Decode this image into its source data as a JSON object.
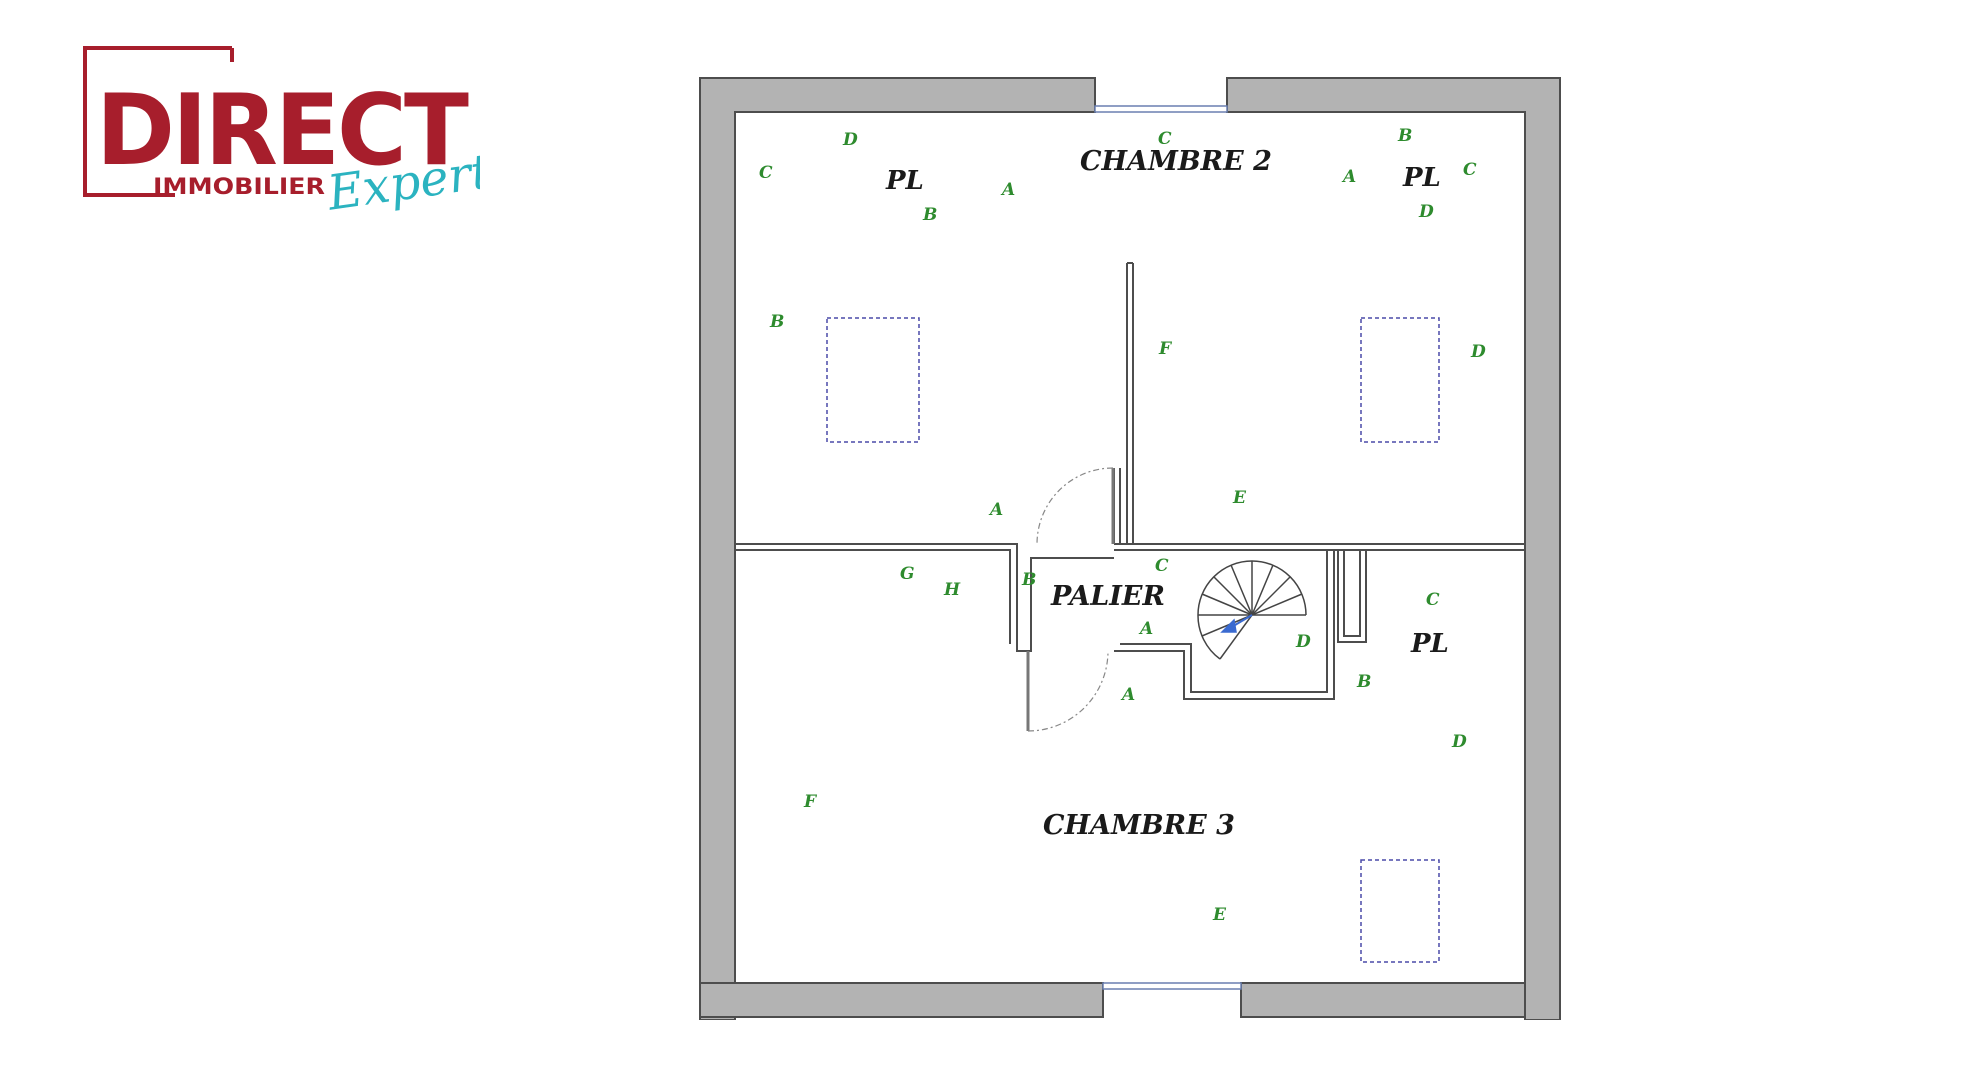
{
  "logo": {
    "main": "DIRECT",
    "sub": "IMMOBILIER",
    "script": "Expert",
    "colors": {
      "red": "#a71e2c",
      "teal": "#2bb3c0"
    }
  },
  "plan": {
    "rooms": {
      "chambre2": "CHAMBRE 2",
      "chambre3": "CHAMBRE 3",
      "palier": "PALIER",
      "pl_top_left": "PL",
      "pl_top_right": "PL",
      "pl_right": "PL"
    },
    "letters": {
      "l01": "D",
      "l02": "C",
      "l03": "C",
      "l04": "B",
      "l05": "C",
      "l06": "A",
      "l07": "A",
      "l08": "B",
      "l09": "D",
      "l10": "B",
      "l11": "F",
      "l12": "D",
      "l13": "A",
      "l14": "E",
      "l15": "G",
      "l16": "H",
      "l17": "B",
      "l18": "C",
      "l19": "A",
      "l20": "C",
      "l21": "D",
      "l22": "B",
      "l23": "A",
      "l24": "D",
      "l25": "F",
      "l26": "E"
    },
    "colors": {
      "wall": "#b3b3b3",
      "wall_outline": "#4d4d4d",
      "letters": "#2e8b2e",
      "skylight": "#4a4aa8"
    }
  }
}
